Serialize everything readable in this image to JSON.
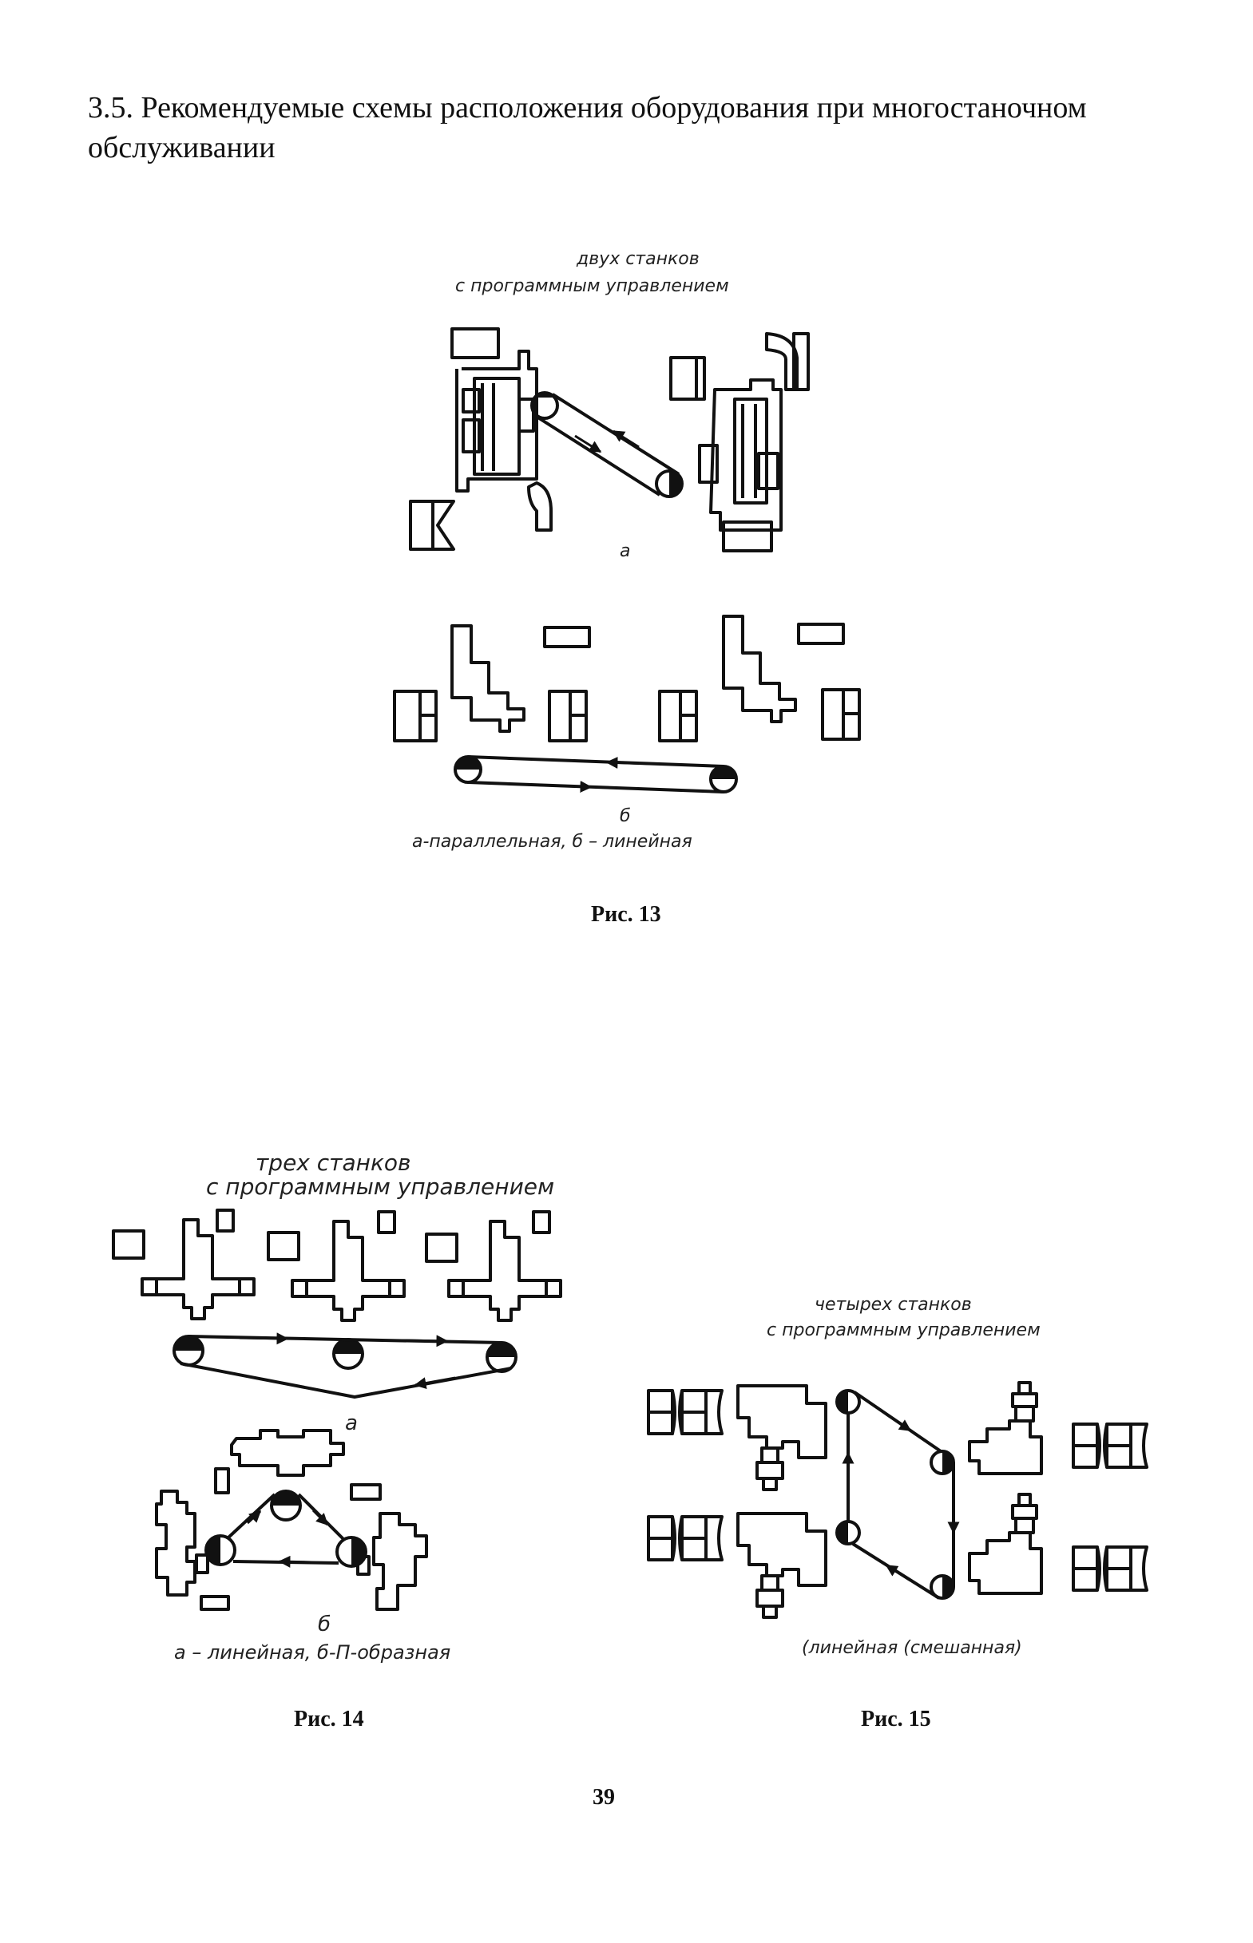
{
  "section": {
    "title": "3.5. Рекомендуемые схемы расположения оборудования при многостаночном обслуживании"
  },
  "fig13": {
    "header_line1": "двух станков",
    "header_line2": "с программным управлением",
    "label_a": "а",
    "label_b": "б",
    "legend": "а-параллельная,  б – линейная",
    "caption": "Рис. 13"
  },
  "fig14": {
    "header_line1": "трех станков",
    "header_line2": "с программным управлением",
    "label_a": "а",
    "label_b": "б",
    "legend": "а – линейная,  б-П-образная",
    "caption": "Рис. 14"
  },
  "fig15": {
    "header_line1": "четырех станков",
    "header_line2": "с программным управлением",
    "legend": "(линейная (смешанная)",
    "caption": "Рис. 15"
  },
  "page_number": "39"
}
